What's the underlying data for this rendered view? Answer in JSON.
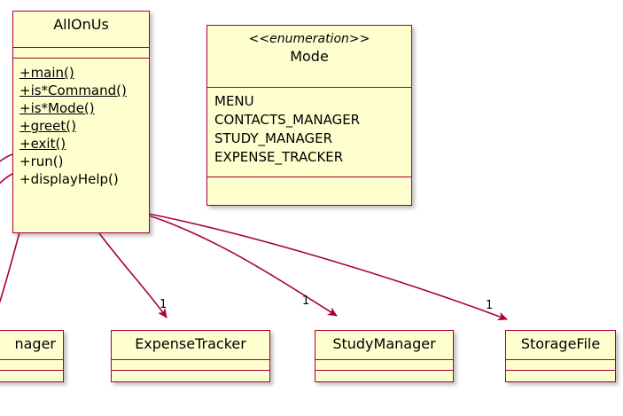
{
  "diagram": {
    "type": "uml-class-diagram",
    "background": "#FFFFFF",
    "node_fill": "#FEFECE",
    "node_border": "#A80036",
    "edge_color": "#A80036",
    "text_color": "#000000"
  },
  "nodes": {
    "allonus": {
      "name": "AllOnUs",
      "methods": [
        {
          "label": "+main()",
          "static": true
        },
        {
          "label": "+is*Command()",
          "static": true
        },
        {
          "label": "+is*Mode()",
          "static": true
        },
        {
          "label": "+greet()",
          "static": true
        },
        {
          "label": "+exit()",
          "static": true
        },
        {
          "label": "+run()",
          "static": false
        },
        {
          "label": "+displayHelp()",
          "static": false
        }
      ]
    },
    "mode": {
      "stereotype": "<<enumeration>>",
      "name": "Mode",
      "literals": [
        "MENU",
        "CONTACTS_MANAGER",
        "STUDY_MANAGER",
        "EXPENSE_TRACKER"
      ]
    },
    "contacts_manager": {
      "name": "nager"
    },
    "expense_tracker": {
      "name": "ExpenseTracker"
    },
    "study_manager": {
      "name": "StudyManager"
    },
    "storage_file": {
      "name": "StorageFile"
    }
  },
  "edges": [
    {
      "from": "AllOnUs",
      "to": "ExpenseTracker",
      "multiplicity": "1"
    },
    {
      "from": "AllOnUs",
      "to": "StudyManager",
      "multiplicity": "1"
    },
    {
      "from": "AllOnUs",
      "to": "StorageFile",
      "multiplicity": "1"
    }
  ]
}
